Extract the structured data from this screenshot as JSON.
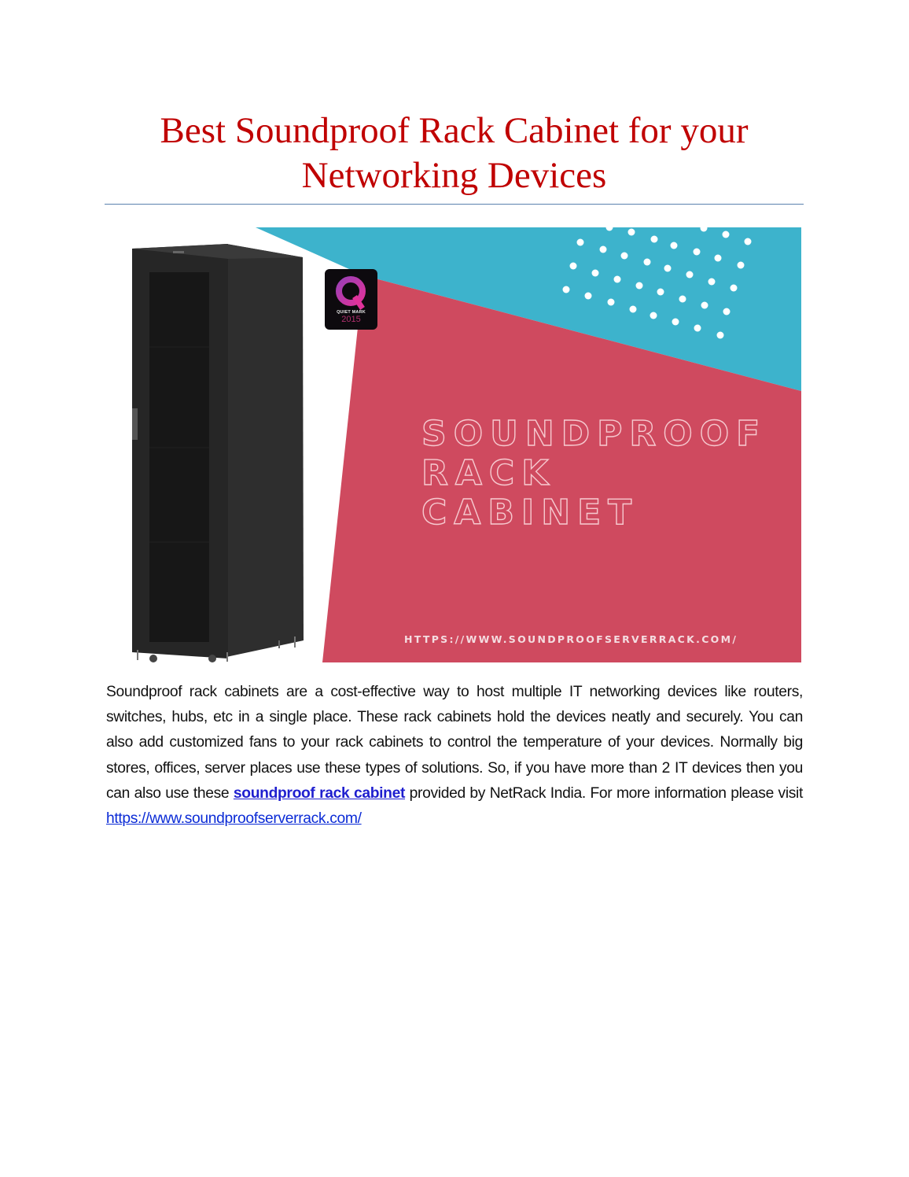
{
  "document": {
    "title_line1": "Best Soundproof Rack Cabinet for your",
    "title_line2": "Networking Devices",
    "title_color": "#c00000",
    "rule_color": "#5b82ae"
  },
  "banner": {
    "heading_line1": "SOUNDPROOF",
    "heading_line2": "RACK CABINET",
    "url_text": "HTTPS://WWW.SOUNDPROOFSERVERRACK.COM/",
    "colors": {
      "teal": "#3db3cc",
      "pink": "#cf4a5f",
      "cabinet": "#2a2a2a",
      "dots": "#ffffff"
    },
    "badge": {
      "letter": "Q",
      "label": "QUIET MARK",
      "year": "2015"
    }
  },
  "body": {
    "text_before_link": "Soundproof rack cabinets are a cost-effective way to host multiple IT networking devices like routers, switches, hubs, etc in a single place. These rack cabinets hold the devices neatly and securely. You can also add customized fans to your rack cabinets to control the temperature of your devices. Normally big stores, offices, server places use these types of solutions. So, if you have more than 2 IT devices then you can also use these ",
    "bold_link": "soundproof rack cabinet",
    "text_between": " provided by NetRack India. For more information please visit ",
    "url_link": "https://www.soundproofserverrack.com/"
  }
}
